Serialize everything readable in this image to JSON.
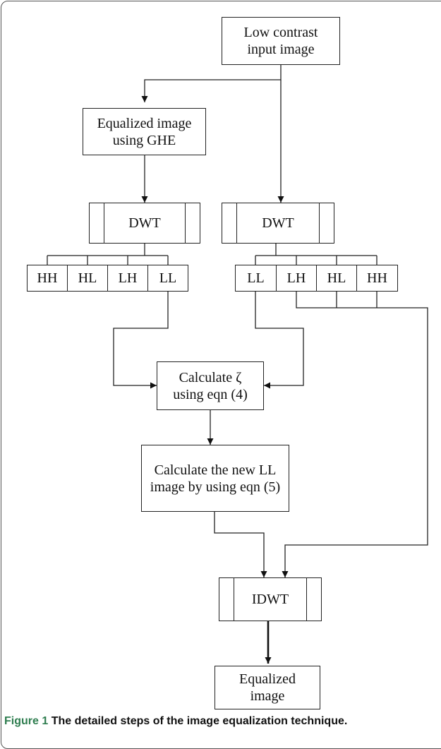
{
  "nodes": {
    "input": "Low contrast input image",
    "ghe_line1": "Equalized image",
    "ghe_line2": "using GHE",
    "dwt_left": "DWT",
    "dwt_right": "DWT",
    "calc_zeta_line1": "Calculate ζ",
    "calc_zeta_line2": "using eqn (4)",
    "new_ll_line1": "Calculate the new LL",
    "new_ll_line2": "image by using eqn (5)",
    "idwt": "IDWT",
    "output_line1": "Equalized",
    "output_line2": "image"
  },
  "input_lines": [
    "Low contrast",
    "input image"
  ],
  "bands_left": [
    "HH",
    "HL",
    "LH",
    "LL"
  ],
  "bands_right": [
    "LL",
    "LH",
    "HL",
    "HH"
  ],
  "caption": {
    "label": "Figure 1",
    "text": "The detailed steps of the image equalization technique."
  }
}
